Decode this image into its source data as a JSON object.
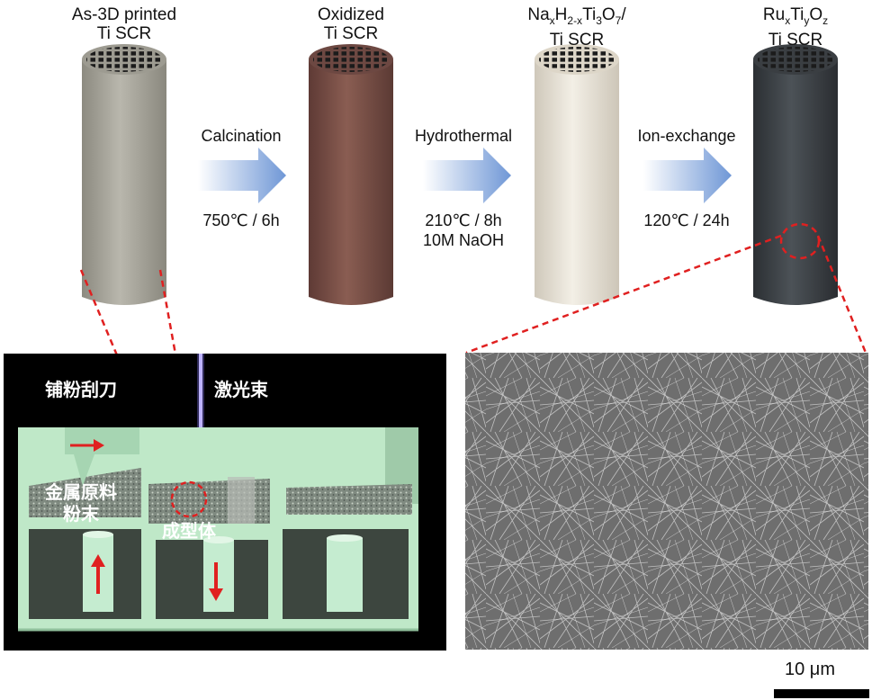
{
  "stages": [
    {
      "line1": "As-3D printed",
      "line2": "Ti SCR"
    },
    {
      "line1": "Oxidized",
      "line2": "Ti SCR"
    },
    {
      "line1_html": "Na<sub>x</sub>H<sub>2-x</sub>Ti<sub>3</sub>O<sub>7</sub>/",
      "line2": "Ti SCR"
    },
    {
      "line1_html": "Ru<sub>x</sub>Ti<sub>y</sub>O<sub>z</sub>",
      "line2": "Ti SCR"
    }
  ],
  "steps": [
    {
      "name": "Calcination",
      "cond1": "750℃ / 6h",
      "cond2": ""
    },
    {
      "name": "Hydrothermal",
      "cond1": "210℃ / 8h",
      "cond2": "10M NaOH"
    },
    {
      "name": "Ion-exchange",
      "cond1": "120℃ / 24h",
      "cond2": ""
    }
  ],
  "printer_labels": {
    "scraper": "铺粉刮刀",
    "laser": "激光束",
    "powder": "金属原料",
    "powder2": "粉末",
    "part": "成型体"
  },
  "scale_bar": {
    "label": "10 μm"
  },
  "colors": {
    "arrow": "#6f97d6",
    "highlight": "#e02020",
    "printer_body": "#bfe8c8",
    "stage_grey": "#a9a79c",
    "stage_brown": "#7a4e45",
    "stage_white": "#ece7dc",
    "stage_dark": "#3d4247"
  }
}
